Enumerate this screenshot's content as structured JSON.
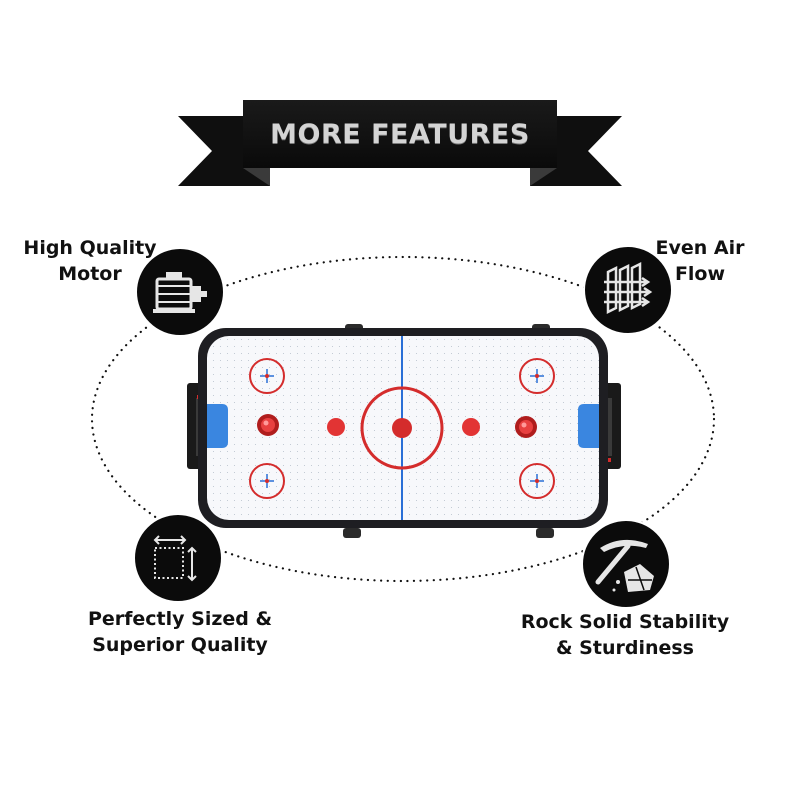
{
  "banner": {
    "title": "MORE FEATURES"
  },
  "features": [
    {
      "line1": "High Quality",
      "line2": "Motor",
      "icon": "motor-icon"
    },
    {
      "line1": "Even Air",
      "line2": "Flow",
      "icon": "air-flow-icon"
    },
    {
      "line1": "Perfectly Sized &",
      "line2": "Superior Quality",
      "icon": "size-frame-icon"
    },
    {
      "line1": "Rock Solid Stability",
      "line2": "& Sturdiness",
      "icon": "pickaxe-rock-icon"
    }
  ],
  "colors": {
    "banner": "#111111",
    "icon_circle": "#0b0b0b",
    "rink_blue": "#2a6fd6",
    "rink_red": "#d42c2c",
    "goal_blue": "#3a86e0",
    "table_frame": "#1e1e22"
  }
}
